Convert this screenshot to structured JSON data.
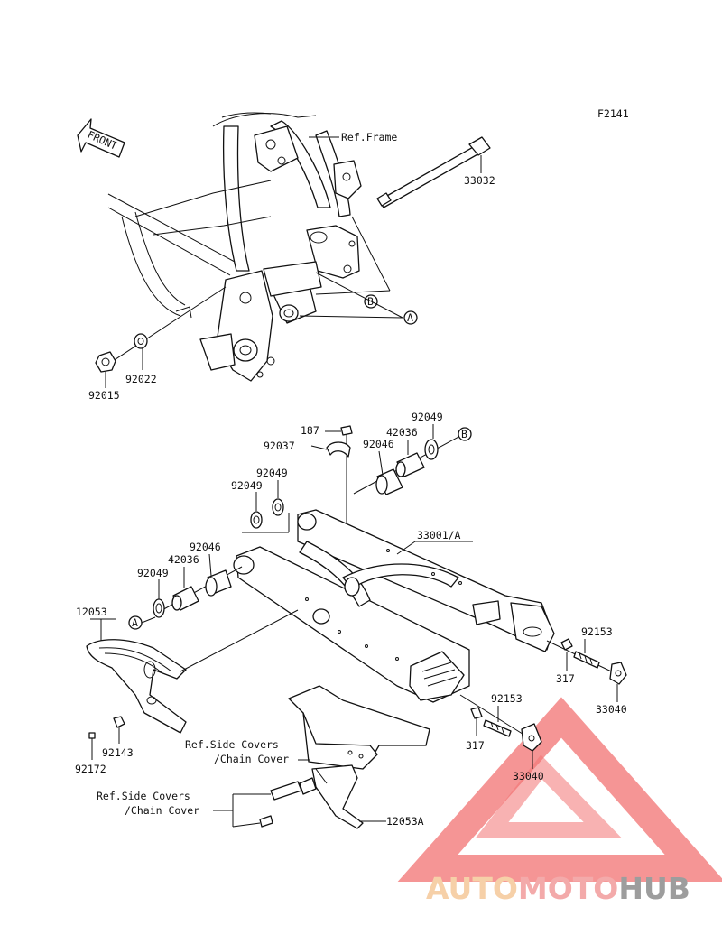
{
  "diagram_id": "F2141",
  "front_arrow_label": "FRONT",
  "callouts": {
    "ref_frame": "Ref.Frame",
    "ref_side_covers_1": "Ref.Side Covers",
    "ref_chain_cover_1": "/Chain Cover",
    "ref_side_covers_2": "Ref.Side Covers",
    "ref_chain_cover_2": "/Chain Cover",
    "marker_a": "A",
    "marker_b": "B"
  },
  "parts": {
    "p33032": "33032",
    "p92015": "92015",
    "p92022": "92022",
    "p187": "187",
    "p92037": "92037",
    "p92049_top": "92049",
    "p42036_top": "42036",
    "p92046_top": "92046",
    "p92049_mid1": "92049",
    "p92049_mid2": "92049",
    "p33001A": "33001/A",
    "p92046_low": "92046",
    "p42036_low": "42036",
    "p92049_low": "92049",
    "p12053": "12053",
    "p92153_r": "92153",
    "p317_r": "317",
    "p33040_r": "33040",
    "p92153_l": "92153",
    "p317_l": "317",
    "p33040_l": "33040",
    "p92143": "92143",
    "p92172": "92172",
    "p12053A": "12053A"
  },
  "watermark": {
    "part1": "AUTO",
    "part2": "MOTO",
    "part3": "HUB",
    "colors": {
      "auto": "#f5c89a",
      "moto": "#f29c9c",
      "hub": "#8c8c8c",
      "triangle": "#f05a5a"
    }
  }
}
